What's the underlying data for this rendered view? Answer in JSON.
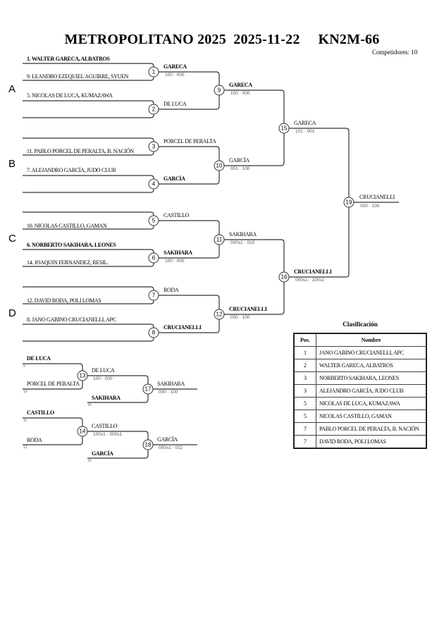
{
  "header": {
    "title": "METROPOLITANO 2025  2025-11-22     KN2M-66",
    "competitors": "Competidores: 10"
  },
  "pools": [
    "A",
    "B",
    "C",
    "D"
  ],
  "entrants": {
    "e1": "1. WALTER GARECA, ALBATROS",
    "e2": "9. LEANDRO EZEQUIEL AGUIRRE, SYUEN",
    "e3": "5. NICOLAS DE LUCA, KUMAZAWA",
    "e4": "11. PABLO PORCEL DE PERALTA, B. NACIÓN",
    "e5": "7. ALEJANDRO GARCÍA, JUDO CLUB",
    "e6": "10. NICOLAS CASTILLO, GAMAN",
    "e7": "6. NORBERTO SAKIHARA, LEONES",
    "e8": "14. JOAQUIN FERNANDEZ, RESIL.",
    "e9": "12. DAVID RODA, POLI LOMAS",
    "e10": "8. JANO GABINO CRUCIANELLI, APC"
  },
  "matches": {
    "m1": {
      "num": "1",
      "winner": "GARECA",
      "score": "100 · 000"
    },
    "m2": {
      "num": "2",
      "winner": "DE LUCA",
      "score": ""
    },
    "m3": {
      "num": "3",
      "winner": "PORCEL DE PERALTA",
      "score": ""
    },
    "m4": {
      "num": "4",
      "winner": "GARCÍA",
      "score": ""
    },
    "m5": {
      "num": "5",
      "winner": "CASTILLO",
      "score": ""
    },
    "m6": {
      "num": "6",
      "winner": "SAKIHARA",
      "score": "100 · 000"
    },
    "m7": {
      "num": "7",
      "winner": "RODA",
      "score": ""
    },
    "m8": {
      "num": "8",
      "winner": "CRUCIANELLI",
      "score": ""
    },
    "m9": {
      "num": "9",
      "winner": "GARECA",
      "score": "100 · 000"
    },
    "m10": {
      "num": "10",
      "winner": "GARCÍA",
      "score": "001 · 100"
    },
    "m11": {
      "num": "11",
      "winner": "SAKIHARA",
      "score": "000s1 · 010"
    },
    "m12": {
      "num": "12",
      "winner": "CRUCIANELLI",
      "score": "000 · 100"
    },
    "m15": {
      "num": "15",
      "winner": "GARECA",
      "score": "101 · 001"
    },
    "m16": {
      "num": "16",
      "winner": "CRUCIANELLI",
      "score": "000s1 · 100s1"
    },
    "m19": {
      "num": "19",
      "winner": "CRUCIANELLI",
      "score": "000 · 100"
    }
  },
  "repechage": {
    "r13": {
      "num": "13",
      "top": "DE LUCA",
      "top_ref": "9",
      "bottom": "PORCEL DE PERALTA",
      "bottom_ref": "10",
      "winner": "DE LUCA",
      "score": "100 · 000"
    },
    "r17": {
      "num": "17",
      "bottom": "SAKIHARA",
      "bottom_ref": "16",
      "winner": "SAKIHARA",
      "score": "000 · 100"
    },
    "r14": {
      "num": "14",
      "top": "CASTILLO",
      "top_ref": "11",
      "bottom": "RODA",
      "bottom_ref": "12",
      "winner": "CASTILLO",
      "score": "100s1 · 000s1"
    },
    "r18": {
      "num": "18",
      "bottom": "GARCÍA",
      "bottom_ref": "15",
      "winner": "GARCÍA",
      "score": "000s1 · 011"
    }
  },
  "classification": {
    "title": "Clasificación",
    "headers": [
      "Pos.",
      "Nombre"
    ],
    "rows": [
      {
        "pos": "1",
        "name": "JANO GABINO CRUCIANELLI, APC"
      },
      {
        "pos": "2",
        "name": "WALTER GARECA, ALBATROS"
      },
      {
        "pos": "3",
        "name": "NORBERTO SAKIHARA, LEONES"
      },
      {
        "pos": "3",
        "name": "ALEJANDRO GARCÍA, JUDO CLUB"
      },
      {
        "pos": "5",
        "name": "NICOLAS DE LUCA, KUMAZAWA"
      },
      {
        "pos": "5",
        "name": "NICOLAS CASTILLO, GAMAN"
      },
      {
        "pos": "7",
        "name": "PABLO PORCEL DE PERALTA, B. NACIÓN"
      },
      {
        "pos": "7",
        "name": "DAVID RODA, POLI LOMAS"
      }
    ]
  }
}
